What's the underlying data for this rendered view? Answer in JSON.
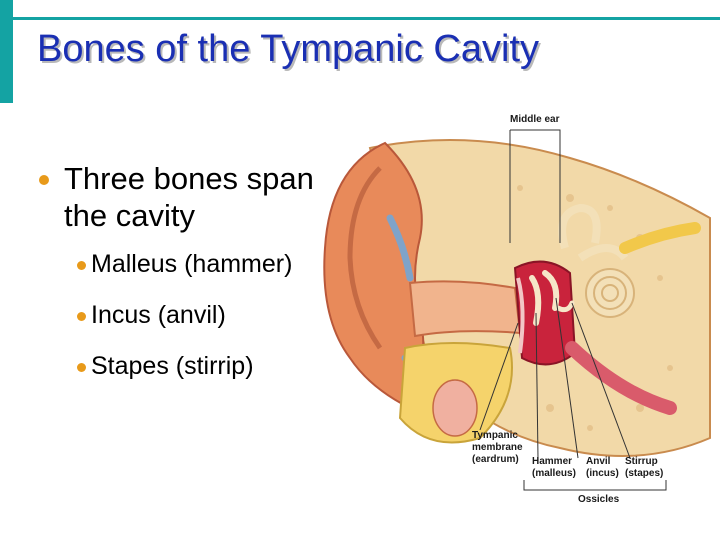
{
  "slide": {
    "title": "Bones of the Tympanic Cavity",
    "bullet": "Three bones span the cavity",
    "sub_bullets": [
      "Malleus (hammer)",
      "Incus (anvil)",
      "Stapes (stirrip)"
    ]
  },
  "figure": {
    "middle_ear": "Middle ear",
    "tympanic": [
      "Tympanic",
      "membrane",
      "(eardrum)"
    ],
    "hammer": [
      "Hammer",
      "(malleus)"
    ],
    "anvil": [
      "Anvil",
      "(incus)"
    ],
    "stirrup": [
      "Stirrup",
      "(stapes)"
    ],
    "ossicles": "Ossicles"
  },
  "colors": {
    "accent": "#14a3a3",
    "title": "#1a2fb3",
    "bullet_dot": "#e89a1a"
  }
}
